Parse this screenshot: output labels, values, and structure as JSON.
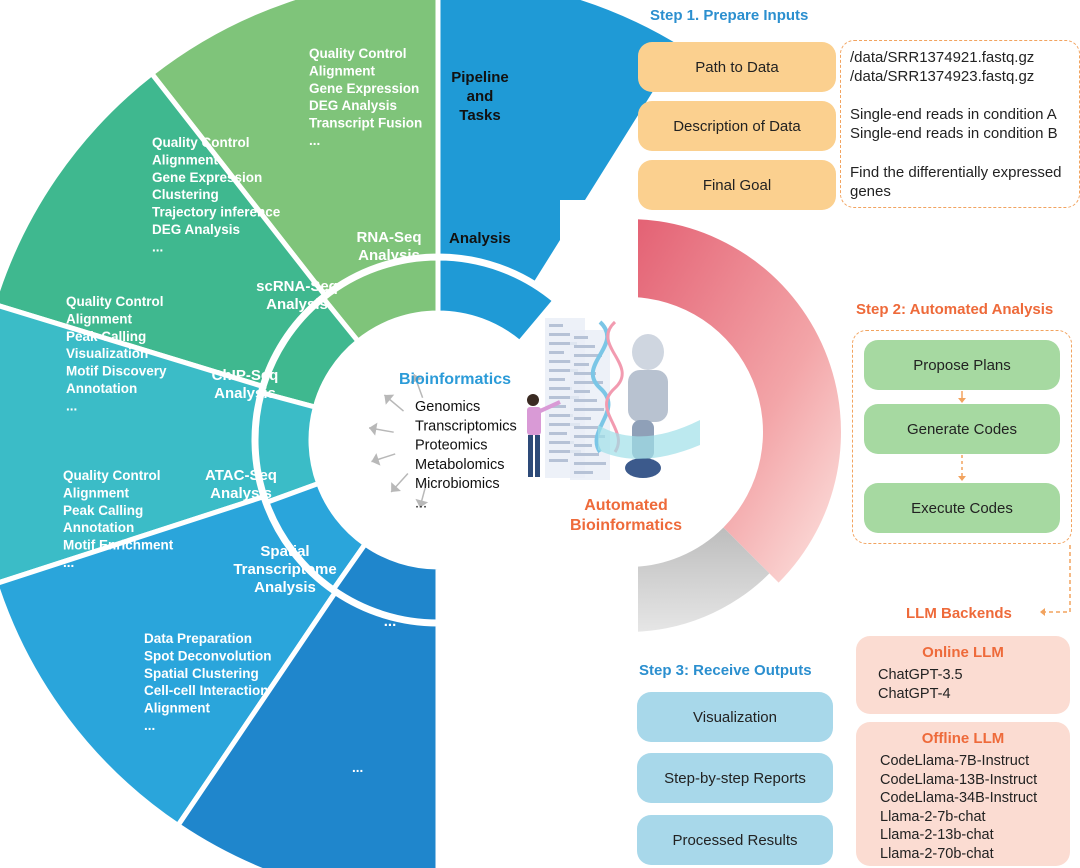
{
  "wheel": {
    "top_label_pipeline": [
      "Pipeline",
      "and",
      "Tasks"
    ],
    "top_label_analysis": "Analysis",
    "center": {
      "title": "Bioinformatics",
      "fields": [
        "Genomics",
        "Transcriptomics",
        "Proteomics",
        "Metabolomics",
        "Microbiomics",
        "..."
      ]
    },
    "sectors": [
      {
        "name": [
          "RNA-Seq",
          "Analysis"
        ],
        "tasks": [
          "Quality Control",
          "Alignment",
          "Gene Expression",
          "DEG Analysis",
          "Transcript Fusion",
          "..."
        ],
        "color_outer": "#1f9ad6",
        "color_inner": "#1f9ad6"
      },
      {
        "name": [
          "scRNA-Seq",
          "Analysis"
        ],
        "tasks": [
          "Quality Control",
          "Alignment",
          "Gene Expression",
          "Clustering",
          "Trajectory inference",
          "DEG Analysis",
          "..."
        ],
        "color_outer": "#7fc47a",
        "color_inner": "#7fc47a"
      },
      {
        "name": [
          "ChIP-Seq",
          "Analysis"
        ],
        "tasks": [
          "Quality Control",
          "Alignment",
          "Peak Calling",
          "Visualization",
          "Motif Discovery",
          "Annotation",
          "..."
        ],
        "color_outer": "#3fb88f",
        "color_inner": "#3fb88f"
      },
      {
        "name": [
          "ATAC-Seq",
          "Analysis"
        ],
        "tasks": [
          "Quality Control",
          "Alignment",
          "Peak Calling",
          "Annotation",
          "Motif Enrichment",
          "..."
        ],
        "color_outer": "#3bbcc7",
        "color_inner": "#3bbcc7"
      },
      {
        "name": [
          "Spatial",
          "Transcriptome",
          "Analysis"
        ],
        "tasks": [
          "Data Preparation",
          "Spot Deconvolution",
          "Spatial Clustering",
          "Cell-cell Interaction",
          "Alignment",
          "..."
        ],
        "color_outer": "#2aa5db",
        "color_inner": "#2aa5db"
      },
      {
        "name": [
          "..."
        ],
        "tasks": [
          "..."
        ],
        "color_outer": "#1f86cc",
        "color_inner": "#1f86cc"
      }
    ]
  },
  "automated": {
    "title_line1": "Automated",
    "title_line2": "Bioinformatics",
    "color": "#ee6a3a"
  },
  "step1": {
    "title": "Step 1. Prepare Inputs",
    "rows": [
      {
        "label": "Path to Data",
        "lines": [
          "/data/SRR1374921.fastq.gz",
          "/data/SRR1374923.fastq.gz"
        ]
      },
      {
        "label": "Description of Data",
        "lines": [
          "Single-end reads in condition A",
          "Single-end reads in condition B"
        ]
      },
      {
        "label": "Final Goal",
        "lines": [
          "Find the differentially expressed",
          "genes"
        ]
      }
    ]
  },
  "step2": {
    "title": "Step 2: Automated Analysis",
    "steps": [
      "Propose Plans",
      "Generate Codes",
      "Execute Codes"
    ]
  },
  "backends": {
    "title": "LLM Backends",
    "online": {
      "title": "Online LLM",
      "models": [
        "ChatGPT-3.5",
        "ChatGPT-4"
      ]
    },
    "offline": {
      "title": "Offline LLM",
      "models": [
        "CodeLlama-7B-Instruct",
        "CodeLlama-13B-Instruct",
        "CodeLlama-34B-Instruct",
        "Llama-2-7b-chat",
        "Llama-2-13b-chat",
        "Llama-2-70b-chat"
      ]
    }
  },
  "step3": {
    "title": "Step 3: Receive Outputs",
    "outputs": [
      "Visualization",
      "Step-by-step Reports",
      "Processed Results"
    ]
  },
  "colors": {
    "step_blue": "#2b8fcf",
    "step_orange": "#ee6a3a"
  }
}
